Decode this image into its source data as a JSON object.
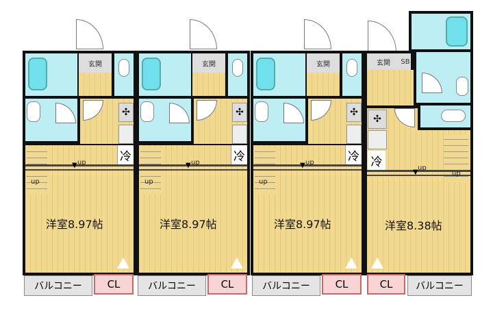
{
  "units": [
    {
      "entrance": "玄関",
      "fridge": "冷",
      "up_main": "up",
      "up_stairs": "up",
      "room": "洋室8.97帖",
      "balcony": "バルコニー",
      "closet": "CL"
    },
    {
      "entrance": "玄関",
      "fridge": "冷",
      "up_main": "up",
      "up_stairs": "up",
      "room": "洋室8.97帖",
      "balcony": "バルコニー",
      "closet": "CL"
    },
    {
      "entrance": "玄関",
      "fridge": "冷",
      "up_main": "up",
      "up_stairs": "up",
      "room": "洋室8.97帖",
      "balcony": "バルコニー",
      "closet": "CL"
    }
  ],
  "unit4": {
    "entrance": "玄関",
    "shoe_box": "SB",
    "fridge": "冷",
    "up_main": "up",
    "up_stairs": "up",
    "room": "洋室8.38帖",
    "balcony": "バルコニー",
    "closet": "CL"
  },
  "colors": {
    "floor": "#f1d98f",
    "wet_area": "#bdeef4",
    "closet": "#f8d4d4",
    "balcony": "#e4e4e4",
    "wall": "#111111"
  }
}
